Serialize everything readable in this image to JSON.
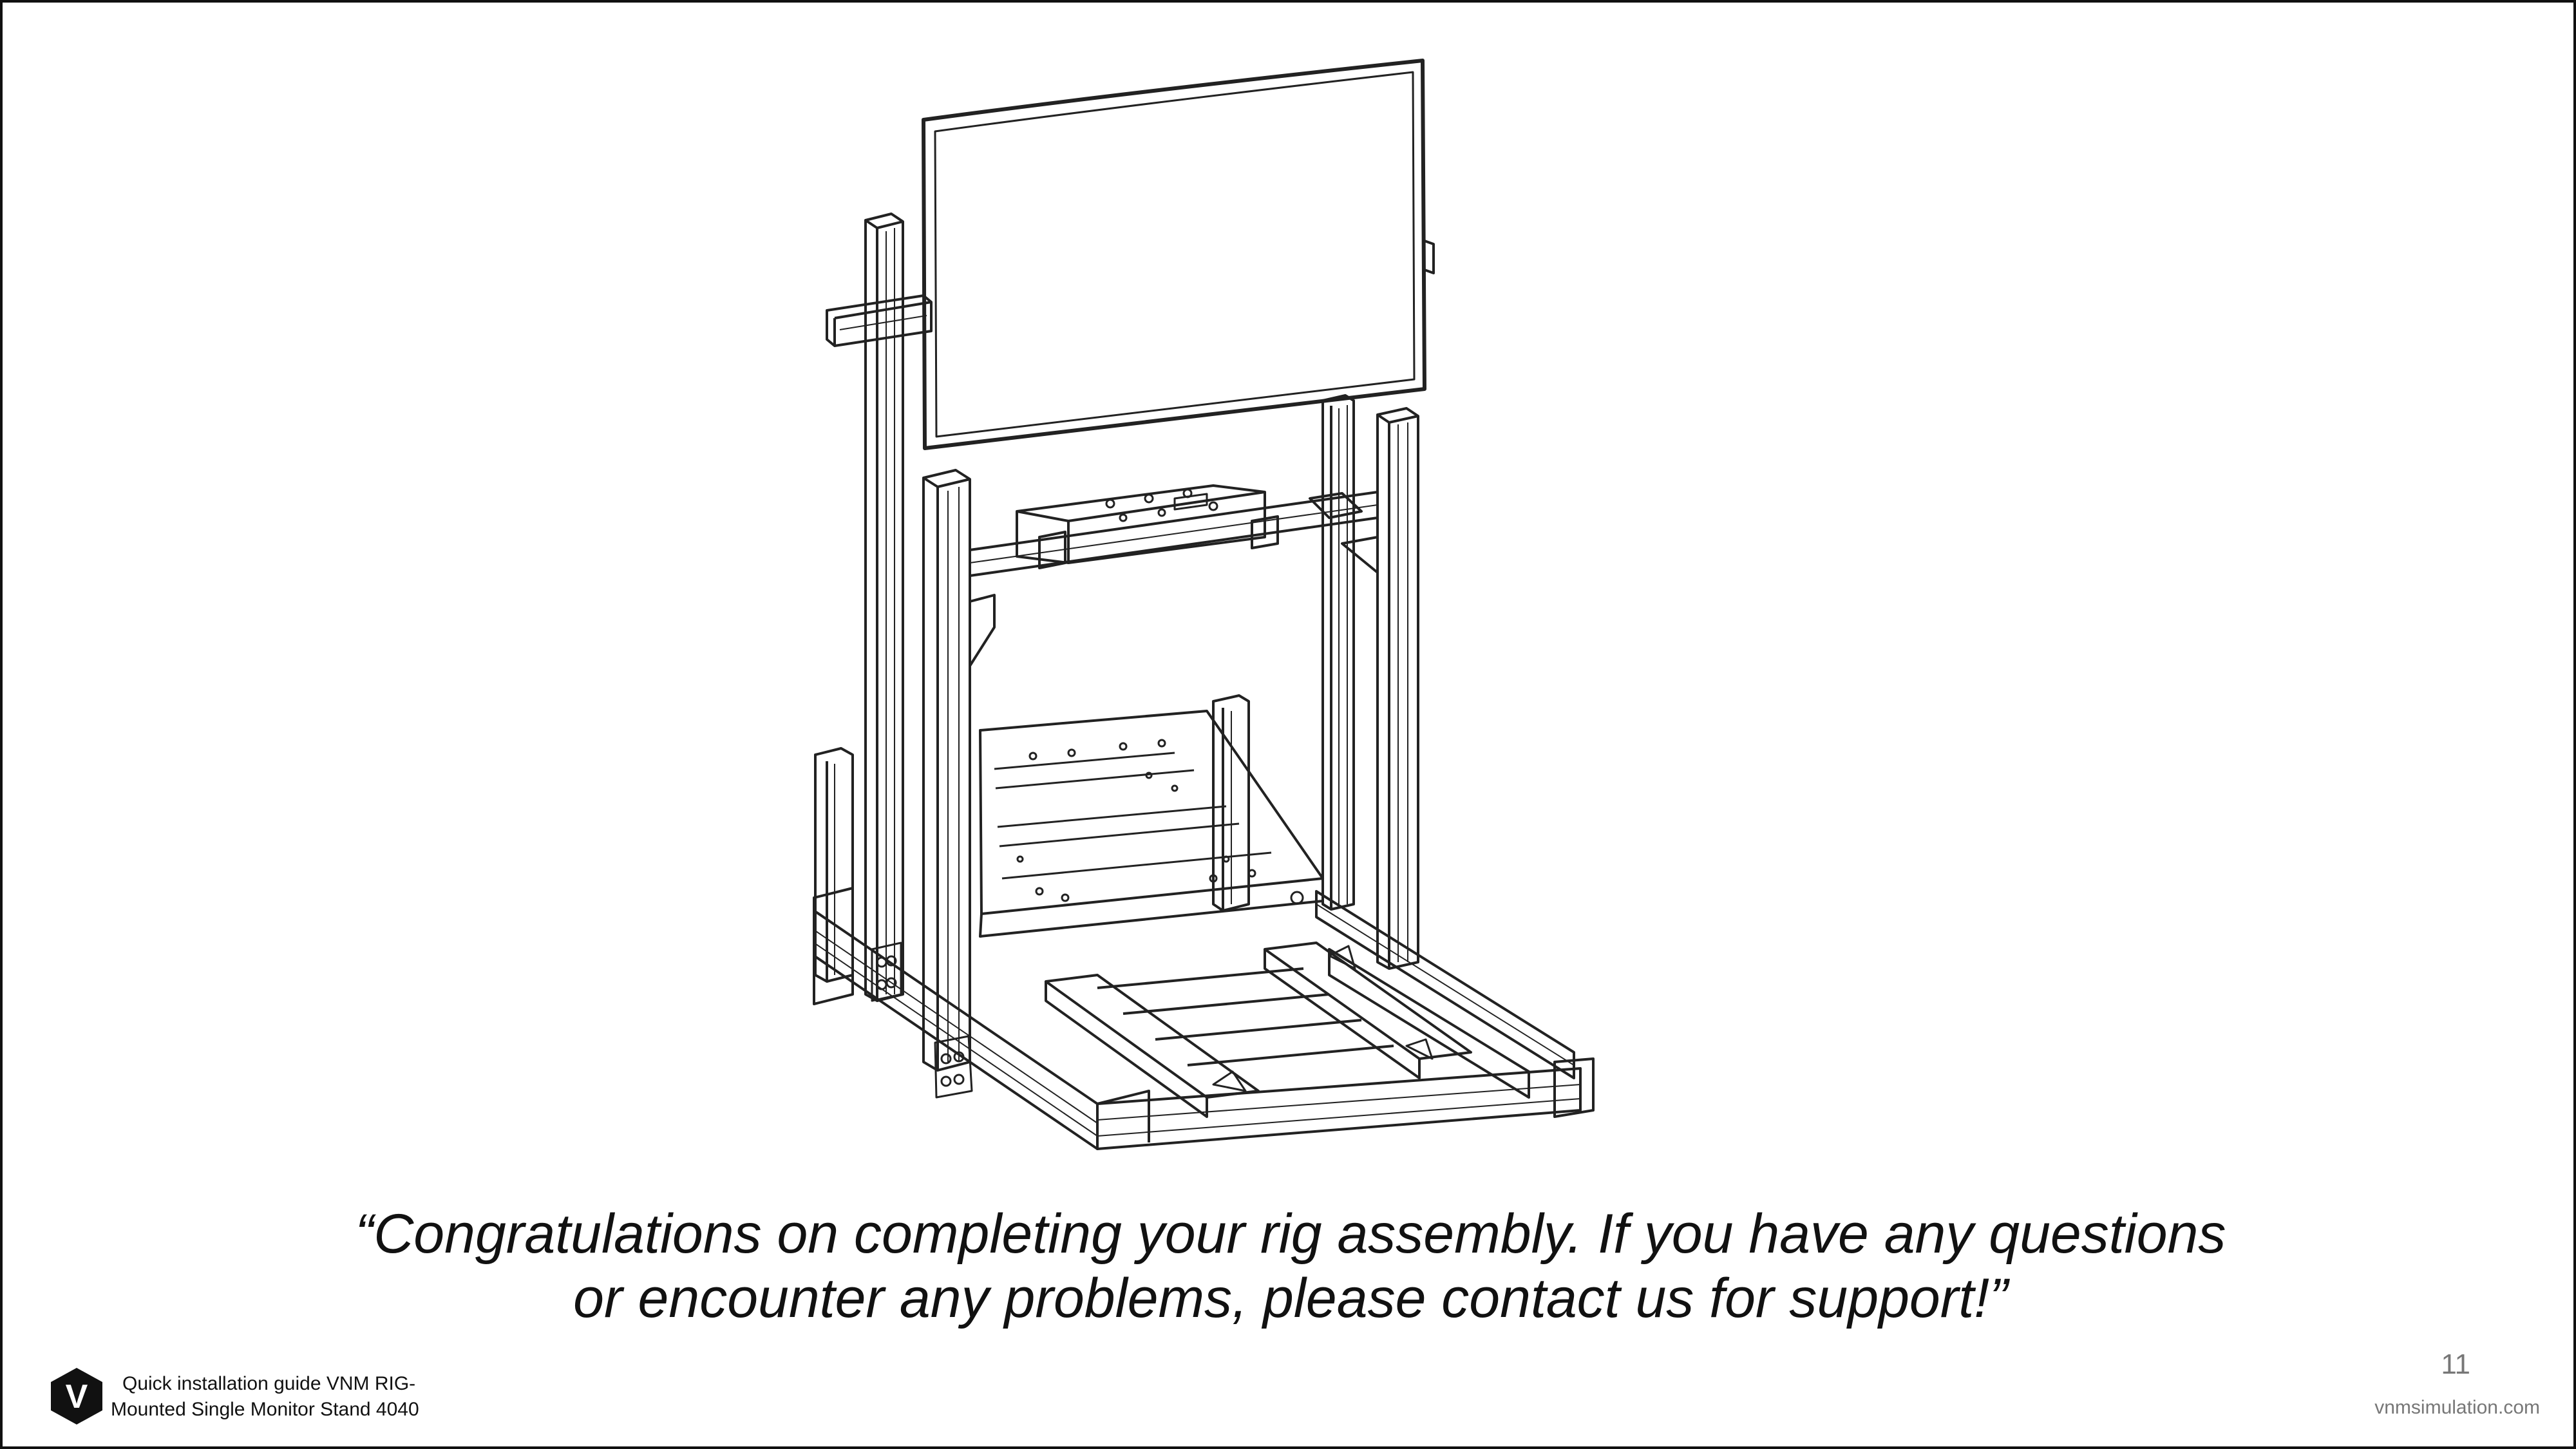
{
  "illustration": {
    "subject": "rig-mounted-single-monitor-stand-line-drawing",
    "stroke_color": "#222222"
  },
  "caption": {
    "line1": "“Congratulations on completing your rig assembly. If you have any questions",
    "line2": "or encounter any problems, please contact us for support!”"
  },
  "footer": {
    "logo_icon": "vnm-hexagon-logo-icon",
    "logo_letter": "V",
    "guide_line1": "Quick installation guide VNM RIG-",
    "guide_line2": "Mounted Single Monitor Stand 4040",
    "page_number": "11",
    "website": "vnmsimulation.com"
  }
}
